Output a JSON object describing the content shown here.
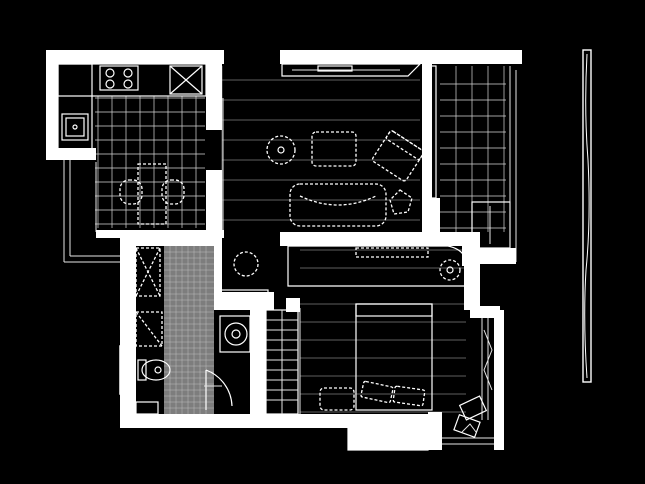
{
  "drawing": {
    "background": "#000000",
    "line_color": "#ffffff",
    "rooms": [
      "kitchen",
      "living-room",
      "balcony-north",
      "bathroom",
      "bedroom",
      "balcony-south",
      "corridor"
    ]
  }
}
